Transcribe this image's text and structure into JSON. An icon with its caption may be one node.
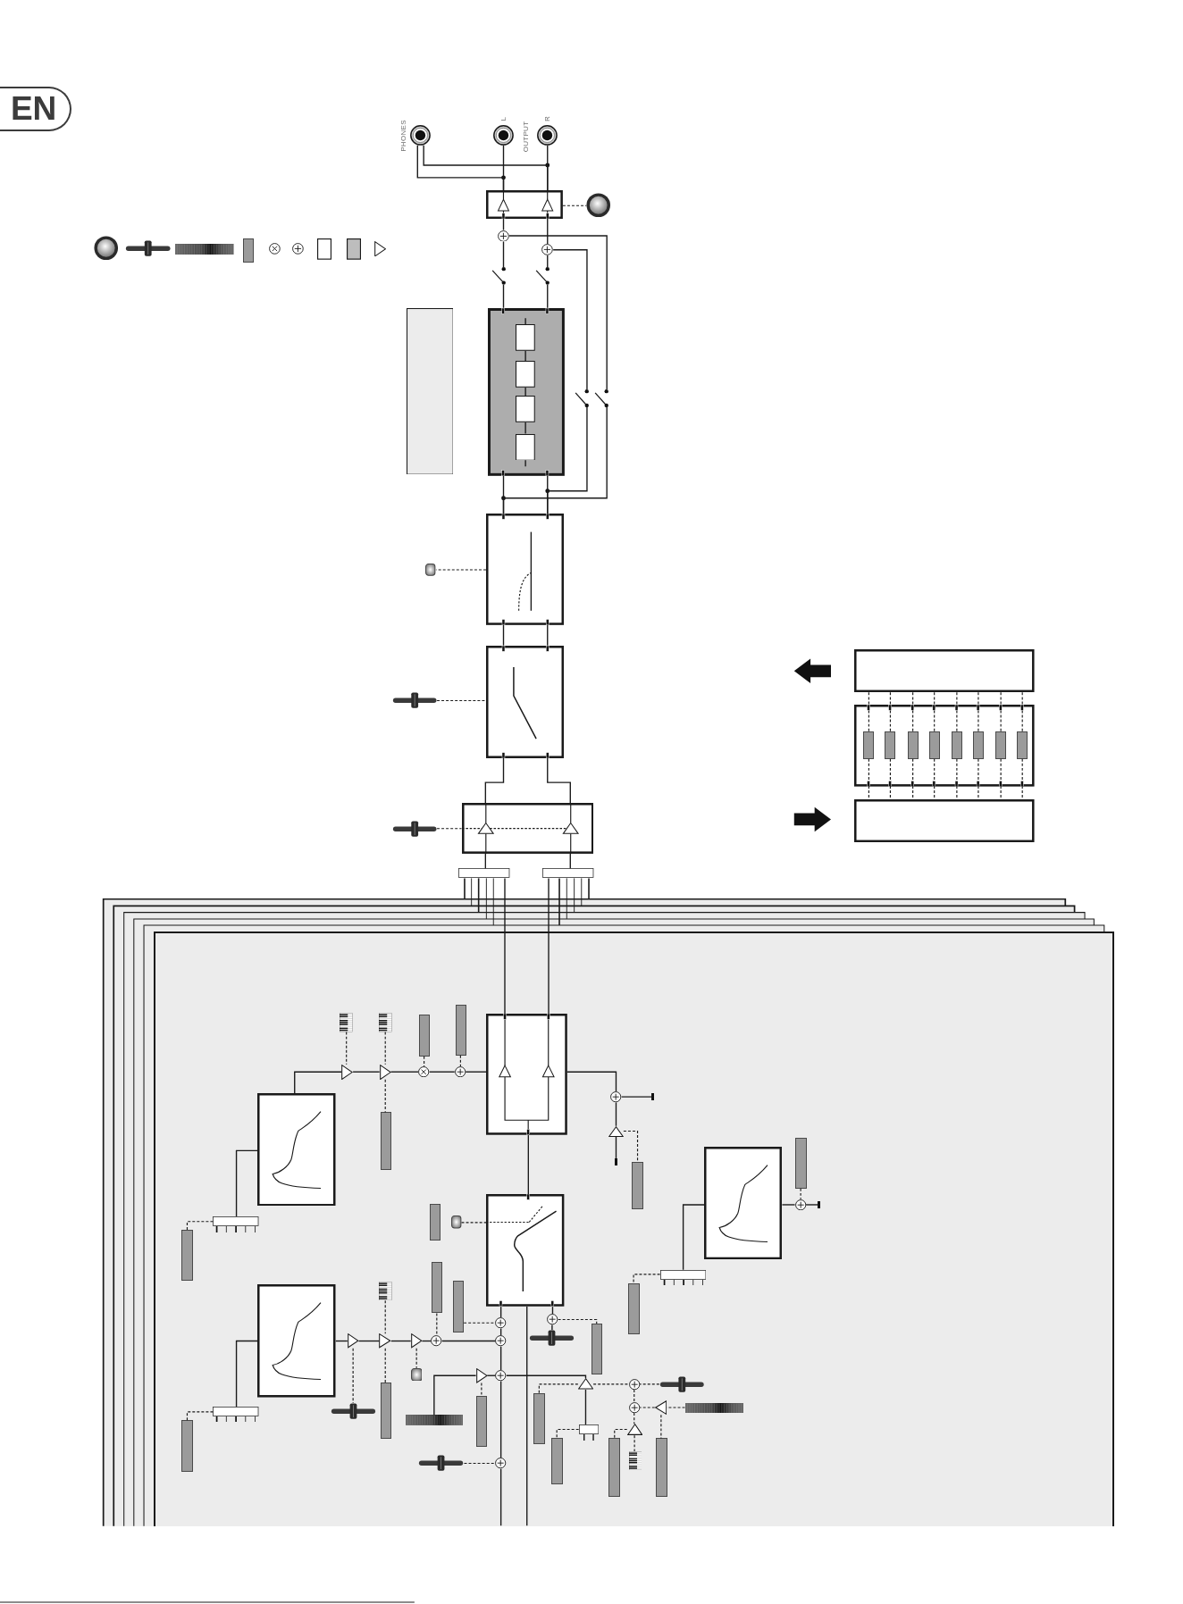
{
  "diagram": {
    "nodes": [
      {
        "text": [
          "EN"
        ]
      },
      {
        "text": [],
        "shape": "picture",
        "beside": [
          "PHONES"
        ]
      },
      {
        "text": [],
        "shape": "picture",
        "beside": [
          "L"
        ]
      },
      {
        "text": [],
        "shape": "picture",
        "beside": [
          "R"
        ]
      },
      {
        "text": [],
        "shape": "box"
      },
      {
        "text": [],
        "shape": "picture"
      },
      {
        "text": [],
        "shape": "circle"
      },
      {
        "text": [],
        "shape": "circle"
      },
      {
        "text": [],
        "shape": "box"
      },
      {
        "text": [],
        "shape": "box",
        "in": 8
      },
      {
        "text": [],
        "shape": "box",
        "in": 8
      },
      {
        "text": [],
        "shape": "box",
        "in": 8
      },
      {
        "text": [],
        "shape": "box",
        "in": 8
      },
      {
        "text": [],
        "shape": "box"
      },
      {
        "text": [],
        "shape": "box"
      },
      {
        "text": [],
        "shape": "picture"
      },
      {
        "text": [],
        "shape": "box"
      },
      {
        "text": [],
        "shape": "picture"
      },
      {
        "text": [],
        "shape": "box"
      },
      {
        "text": [],
        "shape": "picture"
      },
      {
        "text": [],
        "shape": "box"
      },
      {
        "text": [],
        "shape": "box"
      },
      {
        "text": [],
        "shape": "box"
      },
      {
        "text": [],
        "shape": "box"
      },
      {
        "text": [],
        "shape": "bar",
        "in": 23
      },
      {
        "text": [],
        "shape": "bar",
        "in": 23
      },
      {
        "text": [],
        "shape": "bar",
        "in": 23
      },
      {
        "text": [],
        "shape": "bar",
        "in": 23
      },
      {
        "text": [],
        "shape": "bar",
        "in": 23
      },
      {
        "text": [],
        "shape": "bar",
        "in": 23
      },
      {
        "text": [],
        "shape": "bar",
        "in": 23
      },
      {
        "text": [],
        "shape": "bar",
        "in": 23
      },
      {
        "text": [],
        "shape": "box"
      },
      {
        "text": [],
        "shape": "box"
      },
      {
        "text": [],
        "shape": "box",
        "in": 33
      },
      {
        "text": [],
        "shape": "box",
        "in": 33
      },
      {
        "text": [],
        "shape": "box",
        "in": 33
      },
      {
        "text": [],
        "shape": "box",
        "in": 33
      },
      {
        "text": [],
        "shape": "box",
        "in": 33
      },
      {
        "text": [],
        "shape": "box",
        "in": 33
      },
      {
        "text": [],
        "shape": "box",
        "in": 33
      },
      {
        "text": [],
        "shape": "box",
        "in": 33
      },
      {
        "text": [],
        "shape": "box",
        "in": 33
      },
      {
        "text": [],
        "shape": "picture",
        "in": 33
      },
      {
        "text": [],
        "shape": "picture",
        "in": 33
      },
      {
        "text": [],
        "shape": "bar",
        "in": 33
      },
      {
        "text": [],
        "shape": "bar",
        "in": 33
      },
      {
        "text": [],
        "shape": "triangle",
        "in": 33
      },
      {
        "text": [],
        "shape": "triangle",
        "in": 33
      },
      {
        "text": [],
        "shape": "circle",
        "in": 33
      },
      {
        "text": [],
        "shape": "circle",
        "in": 33
      },
      {
        "text": [],
        "shape": "bar",
        "in": 33
      },
      {
        "text": [],
        "shape": "bar",
        "in": 33
      },
      {
        "text": [],
        "shape": "circle",
        "in": 33
      },
      {
        "text": [],
        "shape": "triangle",
        "in": 33
      },
      {
        "text": [],
        "shape": "bar",
        "in": 33
      },
      {
        "text": [],
        "shape": "bar",
        "in": 33
      },
      {
        "text": [],
        "shape": "circle",
        "in": 33
      },
      {
        "text": [],
        "shape": "bar",
        "in": 33
      },
      {
        "text": [],
        "shape": "picture",
        "in": 33
      },
      {
        "text": [],
        "shape": "bar",
        "in": 33
      },
      {
        "text": [],
        "shape": "picture",
        "in": 33
      },
      {
        "text": [],
        "shape": "bar",
        "in": 33
      },
      {
        "text": [],
        "shape": "bar",
        "in": 33
      },
      {
        "text": [],
        "shape": "circle",
        "in": 33
      },
      {
        "text": [],
        "shape": "circle",
        "in": 33
      },
      {
        "text": [],
        "shape": "bar",
        "in": 33
      },
      {
        "text": [],
        "shape": "triangle",
        "in": 33
      },
      {
        "text": [],
        "shape": "triangle",
        "in": 33
      },
      {
        "text": [],
        "shape": "triangle",
        "in": 33
      },
      {
        "text": [],
        "shape": "circle",
        "in": 33
      },
      {
        "text": [],
        "shape": "circle",
        "in": 33
      },
      {
        "text": [],
        "shape": "picture",
        "in": 33
      },
      {
        "text": [],
        "shape": "picture",
        "in": 33
      },
      {
        "text": [],
        "shape": "triangle",
        "in": 33
      },
      {
        "text": [],
        "shape": "circle",
        "in": 33
      },
      {
        "text": [],
        "shape": "triangle",
        "in": 33
      },
      {
        "text": [],
        "shape": "circle",
        "in": 33
      },
      {
        "text": [],
        "shape": "picture",
        "in": 33
      },
      {
        "text": [],
        "shape": "bar",
        "in": 33
      },
      {
        "text": [],
        "shape": "picture",
        "in": 33
      },
      {
        "text": [],
        "shape": "bar",
        "in": 33
      },
      {
        "text": [],
        "shape": "bar",
        "in": 33
      },
      {
        "text": [],
        "shape": "triangle",
        "in": 33
      },
      {
        "text": [],
        "shape": "circle",
        "in": 33
      },
      {
        "text": [],
        "shape": "picture",
        "in": 33
      },
      {
        "text": [],
        "shape": "picture",
        "in": 33
      },
      {
        "text": [],
        "shape": "bar",
        "in": 33
      },
      {
        "text": [],
        "shape": "triangle",
        "in": 33
      },
      {
        "text": [],
        "shape": "bar",
        "in": 33
      },
      {
        "text": [],
        "shape": "bar",
        "in": 33
      },
      {
        "text": [],
        "shape": "bar",
        "in": 33
      },
      {
        "text": [],
        "shape": "picture",
        "in": 33
      },
      {
        "text": [],
        "shape": "picture",
        "in": 33
      },
      {
        "text": [],
        "shape": "circle",
        "in": 33
      },
      {
        "text": [],
        "shape": "picture"
      },
      {
        "text": [],
        "shape": "picture"
      },
      {
        "text": [],
        "shape": "picture"
      },
      {
        "text": [],
        "shape": "picture"
      },
      {
        "text": [],
        "shape": "bar",
        "in": 33
      },
      {
        "text": [],
        "shape": "bar",
        "in": 33
      },
      {
        "text": [],
        "shape": "bar",
        "in": 33
      }
    ],
    "edges": [
      {
        "from": 1,
        "to": 4,
        "arrow": "none"
      },
      {
        "from": 1,
        "to": 4,
        "arrow": "none"
      },
      {
        "from": 2,
        "to": 4,
        "arrow": "none"
      },
      {
        "from": 3,
        "to": 4,
        "arrow": "none"
      },
      {
        "from": 4,
        "to": 5,
        "arrow": "none",
        "style": "dashed"
      },
      {
        "from": 6,
        "to": 4,
        "arrow": "none"
      },
      {
        "from": 7,
        "to": 4,
        "arrow": "none"
      },
      {
        "from": 8,
        "to": 95,
        "arrow": "none"
      },
      {
        "from": 8,
        "to": 96,
        "arrow": "none"
      },
      {
        "from": null,
        "to": 9,
        "arrow": "none"
      },
      {
        "from": 9,
        "to": 10,
        "arrow": "none"
      },
      {
        "from": 10,
        "to": 11,
        "arrow": "none"
      },
      {
        "from": 11,
        "to": 12,
        "arrow": "none"
      },
      {
        "from": 12,
        "to": null,
        "arrow": "none"
      },
      {
        "from": 14,
        "to": 8,
        "arrow": "none"
      },
      {
        "from": 14,
        "to": 8,
        "arrow": "none"
      },
      {
        "from": 14,
        "to": 98,
        "arrow": "none"
      },
      {
        "from": 14,
        "to": 97,
        "arrow": "none"
      },
      {
        "from": 16,
        "to": 14,
        "arrow": "none"
      },
      {
        "from": 16,
        "to": 14,
        "arrow": "none"
      },
      {
        "from": 14,
        "to": 15,
        "arrow": "none",
        "style": "dashed"
      },
      {
        "from": 17,
        "to": 16,
        "arrow": "none",
        "style": "dashed"
      },
      {
        "from": 18,
        "to": 16,
        "arrow": "none"
      },
      {
        "from": 18,
        "to": 16,
        "arrow": "none"
      },
      {
        "from": 19,
        "to": 18,
        "arrow": "none",
        "style": "dashed"
      },
      {
        "from": 20,
        "to": 18,
        "arrow": "none"
      },
      {
        "from": 21,
        "to": 18,
        "arrow": "none"
      },
      {
        "from": 20,
        "to": 34,
        "arrow": "none"
      },
      {
        "from": 21,
        "to": 34,
        "arrow": "none"
      },
      {
        "from": 22,
        "to": 24,
        "arrow": "none",
        "style": "dashed"
      },
      {
        "from": 22,
        "to": 25,
        "arrow": "none",
        "style": "dashed"
      },
      {
        "from": 22,
        "to": 26,
        "arrow": "none",
        "style": "dashed"
      },
      {
        "from": 22,
        "to": 27,
        "arrow": "none",
        "style": "dashed"
      },
      {
        "from": 22,
        "to": 28,
        "arrow": "none",
        "style": "dashed"
      },
      {
        "from": 22,
        "to": 29,
        "arrow": "none",
        "style": "dashed"
      },
      {
        "from": 22,
        "to": 30,
        "arrow": "none",
        "style": "dashed"
      },
      {
        "from": 22,
        "to": 31,
        "arrow": "none",
        "style": "dashed"
      },
      {
        "from": 24,
        "to": 32,
        "arrow": "none",
        "style": "dashed"
      },
      {
        "from": 25,
        "to": 32,
        "arrow": "none",
        "style": "dashed"
      },
      {
        "from": 26,
        "to": 32,
        "arrow": "none",
        "style": "dashed"
      },
      {
        "from": 27,
        "to": 32,
        "arrow": "none",
        "style": "dashed"
      },
      {
        "from": 28,
        "to": 32,
        "arrow": "none",
        "style": "dashed"
      },
      {
        "from": 29,
        "to": 32,
        "arrow": "none",
        "style": "dashed"
      },
      {
        "from": 30,
        "to": 32,
        "arrow": "none",
        "style": "dashed"
      },
      {
        "from": 31,
        "to": 32,
        "arrow": "none",
        "style": "dashed"
      },
      {
        "from": 34,
        "to": 36,
        "arrow": "none"
      },
      {
        "from": 50,
        "to": 34,
        "arrow": "none"
      },
      {
        "from": 49,
        "to": 50,
        "arrow": "none"
      },
      {
        "from": 48,
        "to": 49,
        "arrow": "none"
      },
      {
        "from": 47,
        "to": 48,
        "arrow": "none"
      },
      {
        "from": 35,
        "to": 47,
        "arrow": "none"
      },
      {
        "from": 39,
        "to": 35,
        "arrow": "none"
      },
      {
        "from": 39,
        "to": 52,
        "arrow": "none",
        "style": "dashed"
      },
      {
        "from": 43,
        "to": 47,
        "arrow": "none",
        "style": "dashed"
      },
      {
        "from": 44,
        "to": 48,
        "arrow": "none",
        "style": "dashed"
      },
      {
        "from": 48,
        "to": 51,
        "arrow": "none",
        "style": "dashed"
      },
      {
        "from": 45,
        "to": 49,
        "arrow": "none",
        "style": "dashed"
      },
      {
        "from": 46,
        "to": 50,
        "arrow": "none",
        "style": "dashed"
      },
      {
        "from": 34,
        "to": 53,
        "arrow": "none"
      },
      {
        "from": 53,
        "to": 99,
        "arrow": "none"
      },
      {
        "from": 54,
        "to": 53,
        "arrow": "none"
      },
      {
        "from": 100,
        "to": 54,
        "arrow": "none"
      },
      {
        "from": 54,
        "to": 55,
        "arrow": "none",
        "style": "dashed"
      },
      {
        "from": 38,
        "to": 57,
        "arrow": "none"
      },
      {
        "from": 57,
        "to": 101,
        "arrow": "none"
      },
      {
        "from": 56,
        "to": 57,
        "arrow": "none",
        "style": "dashed"
      },
      {
        "from": 41,
        "to": 38,
        "arrow": "none"
      },
      {
        "from": 41,
        "to": 60,
        "arrow": "none",
        "style": "dashed"
      },
      {
        "from": 59,
        "to": 36,
        "arrow": "none",
        "style": "dashed"
      },
      {
        "from": 36,
        "to": 64,
        "arrow": "none"
      },
      {
        "from": 64,
        "to": 71,
        "arrow": "none"
      },
      {
        "from": 71,
        "to": 75,
        "arrow": "none"
      },
      {
        "from": 75,
        "to": 94,
        "arrow": "none"
      },
      {
        "from": 94,
        "to": null,
        "arrow": "none"
      },
      {
        "from": 36,
        "to": null,
        "arrow": "none"
      },
      {
        "from": 62,
        "to": 70,
        "arrow": "none",
        "style": "dashed"
      },
      {
        "from": 63,
        "to": 64,
        "arrow": "none",
        "style": "dashed"
      },
      {
        "from": 37,
        "to": 67,
        "arrow": "none"
      },
      {
        "from": 67,
        "to": 68,
        "arrow": "none"
      },
      {
        "from": 68,
        "to": 69,
        "arrow": "none"
      },
      {
        "from": 69,
        "to": 70,
        "arrow": "none"
      },
      {
        "from": 70,
        "to": 71,
        "arrow": "none"
      },
      {
        "from": 40,
        "to": 37,
        "arrow": "none"
      },
      {
        "from": 40,
        "to": 87,
        "arrow": "none",
        "style": "dashed"
      },
      {
        "from": 61,
        "to": 68,
        "arrow": "none",
        "style": "dashed"
      },
      {
        "from": 68,
        "to": 79,
        "arrow": "none",
        "style": "dashed"
      },
      {
        "from": 67,
        "to": 80,
        "arrow": "none",
        "style": "dashed"
      },
      {
        "from": 69,
        "to": 73,
        "arrow": "none",
        "style": "dashed"
      },
      {
        "from": 36,
        "to": 65,
        "arrow": "none"
      },
      {
        "from": 72,
        "to": 65,
        "arrow": "none"
      },
      {
        "from": 65,
        "to": 66,
        "arrow": "none",
        "style": "dashed"
      },
      {
        "from": 86,
        "to": 74,
        "arrow": "none"
      },
      {
        "from": 74,
        "to": 75,
        "arrow": "none"
      },
      {
        "from": 74,
        "to": 82,
        "arrow": "none",
        "style": "dashed"
      },
      {
        "from": 75,
        "to": 76,
        "arrow": "none"
      },
      {
        "from": 42,
        "to": 76,
        "arrow": "none"
      },
      {
        "from": 76,
        "to": 81,
        "arrow": "none",
        "style": "dashed"
      },
      {
        "from": 76,
        "to": 77,
        "arrow": "none",
        "style": "dashed"
      },
      {
        "from": 78,
        "to": 77,
        "arrow": "none",
        "style": "dashed"
      },
      {
        "from": 77,
        "to": 84,
        "arrow": "none",
        "style": "dashed"
      },
      {
        "from": 83,
        "to": 84,
        "arrow": "none",
        "style": "dashed"
      },
      {
        "from": 85,
        "to": 83,
        "arrow": "none",
        "style": "dashed"
      },
      {
        "from": 83,
        "to": 91,
        "arrow": "none",
        "style": "dashed"
      },
      {
        "from": 84,
        "to": 88,
        "arrow": "none",
        "style": "dashed"
      },
      {
        "from": 88,
        "to": 92,
        "arrow": "none",
        "style": "dashed"
      },
      {
        "from": 88,
        "to": 90,
        "arrow": "none",
        "style": "dashed"
      },
      {
        "from": 42,
        "to": 89,
        "arrow": "none",
        "style": "dashed"
      },
      {
        "from": 93,
        "to": 94,
        "arrow": "none",
        "style": "dashed"
      },
      {
        "from": 95,
        "to": 6,
        "arrow": "none"
      },
      {
        "from": 96,
        "to": 7,
        "arrow": "none"
      },
      {
        "from": 98,
        "to": 6,
        "arrow": "none"
      },
      {
        "from": 97,
        "to": 7,
        "arrow": "none"
      }
    ],
    "labels": [
      "OUTPUT"
    ]
  }
}
